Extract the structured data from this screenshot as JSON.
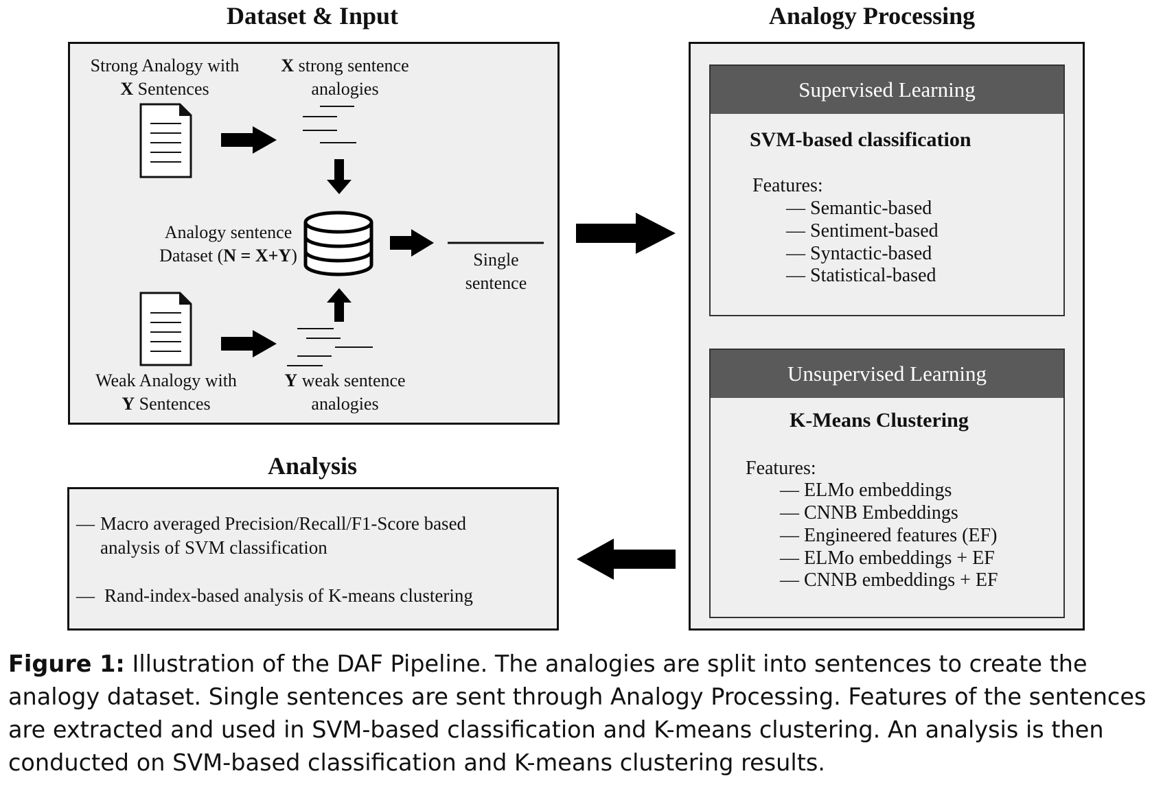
{
  "sections": {
    "dataset_input": "Dataset & Input",
    "analogy_processing": "Analogy Processing",
    "analysis": "Analysis"
  },
  "dataset": {
    "strong_doc_label_line1": "Strong Analogy with",
    "strong_doc_label_line2_var": "X",
    "strong_doc_label_line2_rest": " Sentences",
    "strong_sent_label_line1_var": "X",
    "strong_sent_label_line1_rest": " strong sentence",
    "strong_sent_label_line2": "analogies",
    "dataset_label_line1": "Analogy sentence",
    "dataset_label_line2_prefix": "Dataset (",
    "dataset_label_line2_formula": "N = X+Y",
    "dataset_label_line2_suffix": ")",
    "single_label_line1": "Single",
    "single_label_line2": "sentence",
    "weak_doc_label_line1": "Weak Analogy with",
    "weak_doc_label_line2_var": "Y",
    "weak_doc_label_line2_rest": " Sentences",
    "weak_sent_label_line1_var": "Y",
    "weak_sent_label_line1_rest": " weak sentence",
    "weak_sent_label_line2": "analogies"
  },
  "processing": {
    "supervised": {
      "header": "Supervised Learning",
      "method": "SVM-based classification",
      "features_label": "Features:",
      "features": [
        "— Semantic-based",
        "— Sentiment-based",
        "— Syntactic-based",
        "— Statistical-based"
      ]
    },
    "unsupervised": {
      "header": "Unsupervised Learning",
      "method": "K-Means Clustering",
      "features_label": "Features:",
      "features": [
        "— ELMo embeddings",
        "— CNNB Embeddings",
        "— Engineered features (EF)",
        "— ELMo embeddings + EF",
        "— CNNB embeddings + EF"
      ]
    }
  },
  "analysis": {
    "items": [
      {
        "dash": "—",
        "text": "Macro averaged Precision/Recall/F1-Score based analysis of SVM classification"
      },
      {
        "dash": "—",
        "text": "Rand-index-based analysis of K-means clustering"
      }
    ]
  },
  "caption": {
    "label": "Figure 1:",
    "text": " Illustration of the DAF Pipeline. The analogies are split into sentences to create the analogy dataset. Single sentences are sent through Analogy Processing. Features of the sentences are extracted and used in SVM-based classification and K-means clustering. An analysis is then conducted on SVM-based classification and K-means clustering results."
  },
  "icons": {
    "document": "document-icon",
    "database": "database-icon",
    "arrow": "arrow-icon"
  }
}
